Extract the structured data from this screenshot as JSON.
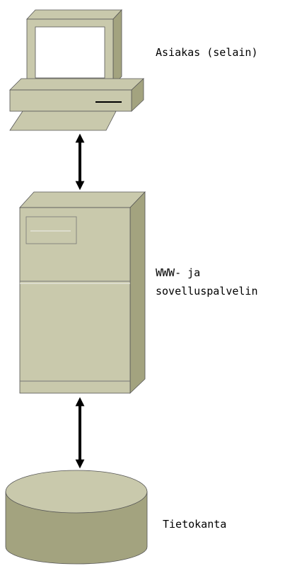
{
  "nodes": {
    "client": {
      "label": "Asiakas (selain)"
    },
    "server": {
      "label_line1": "WWW- ja",
      "label_line2": "sovelluspalvelin"
    },
    "database": {
      "label": "Tietokanta"
    }
  },
  "connections": [
    {
      "from": "client",
      "to": "server",
      "style": "double-arrow"
    },
    {
      "from": "server",
      "to": "database",
      "style": "double-arrow"
    }
  ],
  "colors": {
    "body": "#c9c9ac",
    "side": "#a3a37f",
    "dark": "#8c8c6a",
    "screen": "#ffffff",
    "arrow": "#000000"
  },
  "icons": {
    "client": "desktop-computer-icon",
    "server": "tower-server-icon",
    "database": "database-cylinder-icon"
  }
}
